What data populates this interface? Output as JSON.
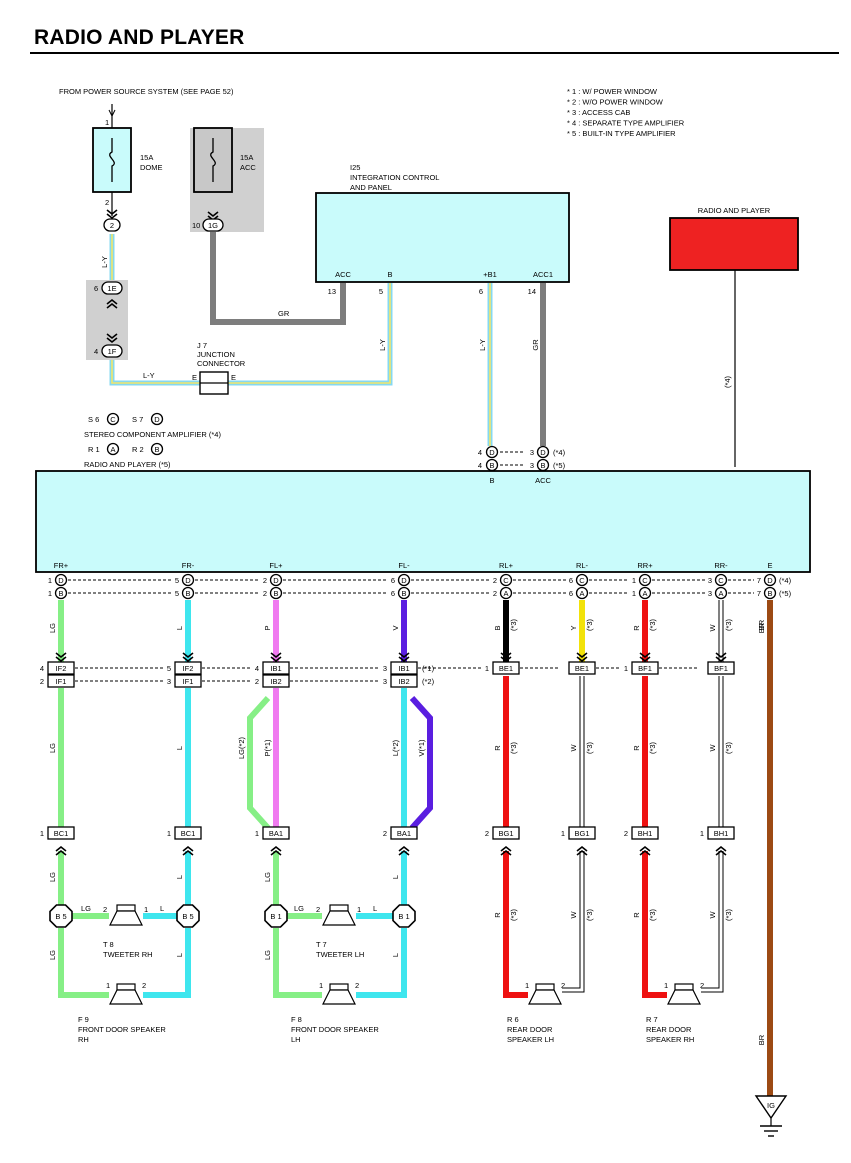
{
  "title": "RADIO AND PLAYER",
  "colors": {
    "LG": "#86ef86",
    "L": "#3ee6ee",
    "P": "#f07af0",
    "V": "#5a1ee0",
    "B": "#000000",
    "Y": "#f2e20a",
    "R": "#ee1111",
    "W": "#ffffff",
    "BR": "#9c4a14",
    "GR": "#7d7d7d",
    "LY_outer": "#86d8f0",
    "LY_inner": "#f2e66a",
    "box_fill": "#c9fbfb",
    "radio_red": "#ee2222",
    "shade": "#d0d0d0"
  },
  "notes": [
    "* 1 : W/ POWER WINDOW",
    "* 2 : W/O POWER WINDOW",
    "* 3 : ACCESS CAB",
    "* 4 : SEPARATE TYPE AMPLIFIER",
    "* 5 : BUILT-IN TYPE AMPLIFIER"
  ],
  "power_source": "FROM POWER SOURCE SYSTEM (SEE PAGE 52)",
  "fuses": [
    {
      "amp": "15A",
      "name": "DOME",
      "pin_top": "1",
      "pin_bottom": "2",
      "connector": "2"
    },
    {
      "amp": "15A",
      "name": "ACC",
      "pin_bottom": "10",
      "connector": "1G"
    }
  ],
  "junction_block": {
    "top_pin": "6",
    "top_connector": "1E",
    "bottom_pin": "4",
    "bottom_connector": "1F"
  },
  "integration_panel": {
    "code": "I25",
    "name_line1": "INTEGRATION CONTROL",
    "name_line2": "AND PANEL",
    "terminals": [
      {
        "name": "ACC",
        "pin": "13"
      },
      {
        "name": "B",
        "pin": "5"
      },
      {
        "name": "+B1",
        "pin": "6"
      },
      {
        "name": "ACC1",
        "pin": "14"
      }
    ]
  },
  "radio_box": {
    "label": "RADIO AND PLAYER"
  },
  "junction_connector": {
    "code": "J 7",
    "name_line1": "JUNCTION",
    "name_line2": "CONNECTOR",
    "left_pin": "E",
    "right_pin": "E"
  },
  "wire_labels": {
    "ly": "L-Y",
    "gr": "GR",
    "star4": "(*4)"
  },
  "component_legend": {
    "s_line": {
      "s6": "S 6",
      "s6_letter": "C",
      "s7": "S 7",
      "s7_letter": "D"
    },
    "amp_label": "STEREO COMPONENT AMPLIFIER (*4)",
    "r_line": {
      "r1": "R 1",
      "r1_letter": "A",
      "r2": "R 2",
      "r2_letter": "B"
    },
    "radio_label": "RADIO AND PLAYER (*5)"
  },
  "radio_top": {
    "b_pins": [
      "4",
      "4"
    ],
    "b_letters": [
      "D",
      "B"
    ],
    "b_label": "B",
    "acc_pins": [
      "3",
      "3"
    ],
    "acc_letters": [
      "D",
      "B"
    ],
    "acc_notes": [
      "(*4)",
      "(*5)"
    ],
    "acc_label": "ACC"
  },
  "outputs": [
    {
      "name": "FR+",
      "pins": [
        "1",
        "1"
      ],
      "letters": [
        "D",
        "B"
      ],
      "wire": "LG"
    },
    {
      "name": "FR-",
      "pins": [
        "5",
        "5"
      ],
      "letters": [
        "D",
        "B"
      ],
      "wire": "L"
    },
    {
      "name": "FL+",
      "pins": [
        "2",
        "2"
      ],
      "letters": [
        "D",
        "B"
      ],
      "wire": "P"
    },
    {
      "name": "FL-",
      "pins": [
        "6",
        "6"
      ],
      "letters": [
        "D",
        "B"
      ],
      "wire": "V"
    },
    {
      "name": "RL+",
      "pins": [
        "2",
        "2"
      ],
      "letters": [
        "C",
        "A"
      ],
      "wire": "B",
      "note": "(*3)"
    },
    {
      "name": "RL-",
      "pins": [
        "6",
        "6"
      ],
      "letters": [
        "C",
        "A"
      ],
      "wire": "Y",
      "note": "(*3)"
    },
    {
      "name": "RR+",
      "pins": [
        "1",
        "1"
      ],
      "letters": [
        "C",
        "A"
      ],
      "wire": "R",
      "note": "(*3)"
    },
    {
      "name": "RR-",
      "pins": [
        "3",
        "3"
      ],
      "letters": [
        "C",
        "A"
      ],
      "wire": "W",
      "note": "(*3)"
    },
    {
      "name": "E",
      "pins": [
        "7",
        "7"
      ],
      "letters": [
        "D",
        "B"
      ],
      "wire": "BR",
      "notes": [
        "(*4)",
        "(*5)"
      ]
    }
  ],
  "inline_connectors": {
    "row1": [
      {
        "pin": "4",
        "code": "IF2"
      },
      {
        "pin": "5",
        "code": "IF2"
      },
      {
        "pin": "4",
        "code": "IB1"
      },
      {
        "pin": "3",
        "code": "IB1",
        "note": "(*1)"
      },
      {
        "pin": "1",
        "code": "BE1"
      },
      {
        "pin": "",
        "code": "BE1"
      },
      {
        "pin": "1",
        "code": "BF1"
      },
      {
        "pin": "",
        "code": "BF1"
      }
    ],
    "row2": [
      {
        "pin": "2",
        "code": "IF1"
      },
      {
        "pin": "3",
        "code": "IF1"
      },
      {
        "pin": "2",
        "code": "IB2"
      },
      {
        "pin": "3",
        "code": "IB2",
        "note": "(*2)"
      }
    ],
    "row3": [
      {
        "pin": "1",
        "code": "BC1"
      },
      {
        "pin": "1",
        "code": "BC1"
      },
      {
        "pin": "1",
        "code": "BA1"
      },
      {
        "pin": "2",
        "code": "BA1"
      },
      {
        "pin": "2",
        "code": "BG1"
      },
      {
        "pin": "1",
        "code": "BG1"
      },
      {
        "pin": "2",
        "code": "BH1"
      },
      {
        "pin": "1",
        "code": "BH1"
      }
    ]
  },
  "middle_wires": {
    "fr_plus": "LG",
    "fr_minus": "L",
    "fl_plus_alt": "LG(*2)",
    "fl_plus": "P(*1)",
    "fl_minus": "L(*2)",
    "fl_minus_alt": "V(*1)",
    "rl_plus": "R",
    "rl_minus": "W",
    "rr_plus": "R",
    "rr_minus": "W",
    "note3": "(*3)"
  },
  "junction_octagons": [
    "B 5",
    "B 5",
    "B 1",
    "B 1"
  ],
  "tweeters": [
    {
      "code": "T 8",
      "name": "TWEETER RH",
      "pin_left": "2",
      "pin_right": "1",
      "wire_left": "LG",
      "wire_right": "L"
    },
    {
      "code": "T 7",
      "name": "TWEETER LH",
      "pin_left": "2",
      "pin_right": "1",
      "wire_left": "LG",
      "wire_right": "L"
    }
  ],
  "speakers": [
    {
      "code": "F 9",
      "line1": "FRONT DOOR SPEAKER",
      "line2": "RH",
      "pin_left": "1",
      "pin_right": "2"
    },
    {
      "code": "F 8",
      "line1": "FRONT DOOR SPEAKER",
      "line2": "LH",
      "pin_left": "1",
      "pin_right": "2"
    },
    {
      "code": "R 6",
      "line1": "REAR DOOR",
      "line2": "SPEAKER LH",
      "pin_left": "1",
      "pin_right": "2"
    },
    {
      "code": "R 7",
      "line1": "REAR DOOR",
      "line2": "SPEAKER RH",
      "pin_left": "1",
      "pin_right": "2"
    }
  ],
  "ground": {
    "code": "IG",
    "wire": "BR"
  }
}
